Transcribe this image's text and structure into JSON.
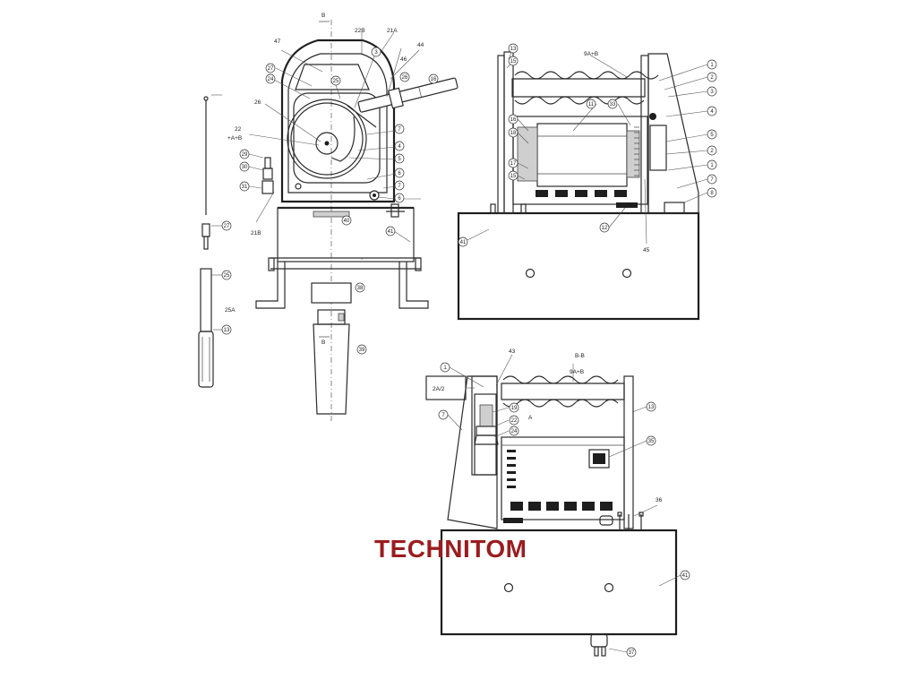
{
  "brand": {
    "name": "TECHNITOM",
    "color": "#9b1c1f"
  },
  "labels": {
    "section_b_top": "B",
    "section_b_bottom": "B",
    "l22B": "22B",
    "l21A": "21A",
    "l44": "44",
    "l47": "47",
    "l46": "46",
    "l26": "26",
    "l22": "22",
    "lAB": "+A+B",
    "l21B": "21B",
    "l25A": "25A",
    "l9AB_top": "9A+B",
    "l45": "45",
    "l43": "43",
    "lBB": "B-B",
    "l9AB_bottom": "9A+B",
    "l2A2": "2A/2",
    "lA": "A",
    "l36": "36"
  },
  "callouts": {
    "front": [
      "27",
      "24",
      "25",
      "16",
      "3",
      "7",
      "4",
      "5",
      "6",
      "7",
      "6",
      "26",
      "29",
      "30",
      "31",
      "27",
      "25",
      "13",
      "40",
      "41",
      "38",
      "39"
    ],
    "side": [
      "13",
      "15",
      "1",
      "2",
      "3",
      "4",
      "5",
      "2",
      "1",
      "7",
      "8",
      "11",
      "33",
      "16",
      "18",
      "17",
      "15",
      "12",
      "41"
    ],
    "bottom": [
      "1",
      "19",
      "7",
      "22",
      "24",
      "35",
      "13",
      "41",
      "37"
    ]
  }
}
